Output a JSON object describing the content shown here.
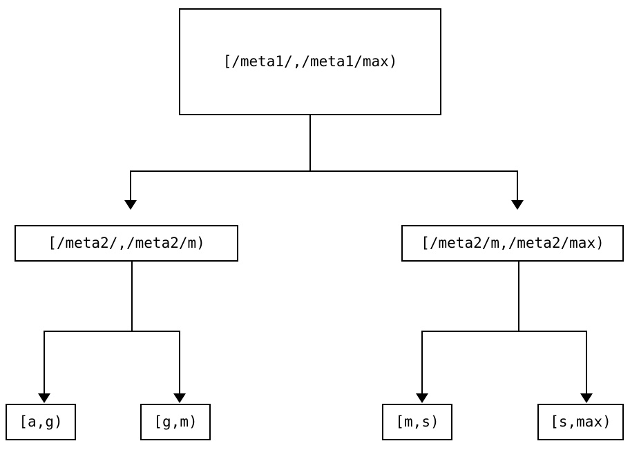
{
  "diagram": {
    "type": "tree",
    "title": "",
    "background_color": "#ffffff",
    "line_color": "#000000",
    "text_color": "#000000",
    "nodes": {
      "root": {
        "label": "[/meta1/,/meta1/max)",
        "level": 0
      },
      "level2": [
        {
          "label": "[/meta2/,/meta2/m)",
          "level": 1
        },
        {
          "label": "[/meta2/m,/meta2/max)",
          "level": 1
        }
      ],
      "leaves": [
        {
          "label": "[a,g)",
          "level": 2
        },
        {
          "label": "[g,m)",
          "level": 2
        },
        {
          "label": "[m,s)",
          "level": 2
        },
        {
          "label": "[s,max)",
          "level": 2
        }
      ]
    },
    "edges": [
      {
        "from": "[/meta1/,/meta1/max)",
        "to": "[/meta2/,/meta2/m)"
      },
      {
        "from": "[/meta1/,/meta1/max)",
        "to": "[/meta2/m,/meta2/max)"
      },
      {
        "from": "[/meta2/,/meta2/m)",
        "to": "[a,g)"
      },
      {
        "from": "[/meta2/,/meta2/m)",
        "to": "[g,m)"
      },
      {
        "from": "[/meta2/m,/meta2/max)",
        "to": "[m,s)"
      },
      {
        "from": "[/meta2/m,/meta2/max)",
        "to": "[s,max)"
      }
    ]
  }
}
